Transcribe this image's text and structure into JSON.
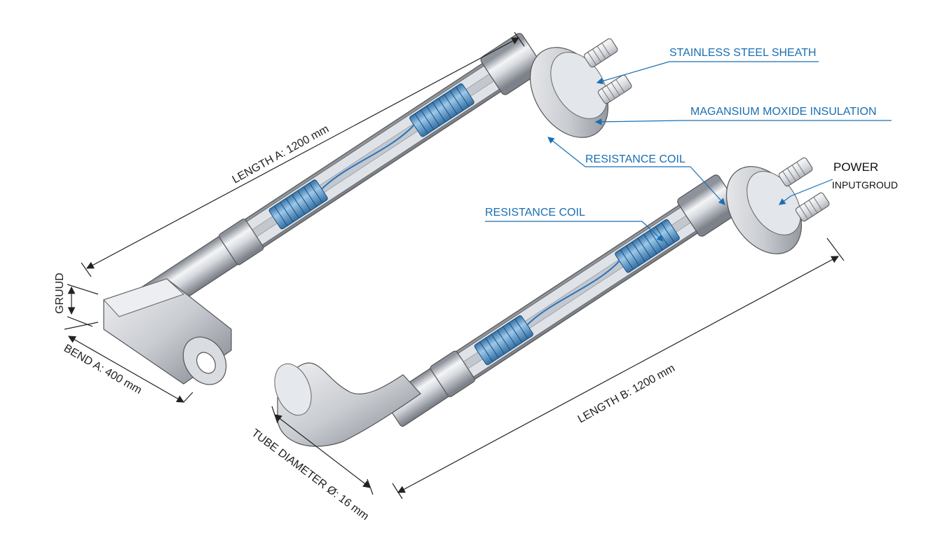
{
  "labels": {
    "sheath": "STAINLESS STEEL SHEATH",
    "insulation": "MAGANSIUM MOXIDE INSULATION",
    "coil_upper": "RESISTANCE COIL",
    "coil_lower": "RESISTANCE COIL",
    "power": "POWER",
    "power_sub": "INPUTGROUD",
    "gruud": "GRUUD",
    "length_a": "LENGTH A: 1200 mm",
    "length_b": "LENGTH B: 1200 mm",
    "bend_a": "BEND A: 400 mm",
    "tube_diameter": "TUBE DIAMETER Ø: 16 mm"
  },
  "colors": {
    "accent": "#1a6fb3",
    "coil": "#4f9bd6",
    "steel_light": "#eef0f3",
    "steel_dark": "#8d929a",
    "line": "#222222"
  }
}
